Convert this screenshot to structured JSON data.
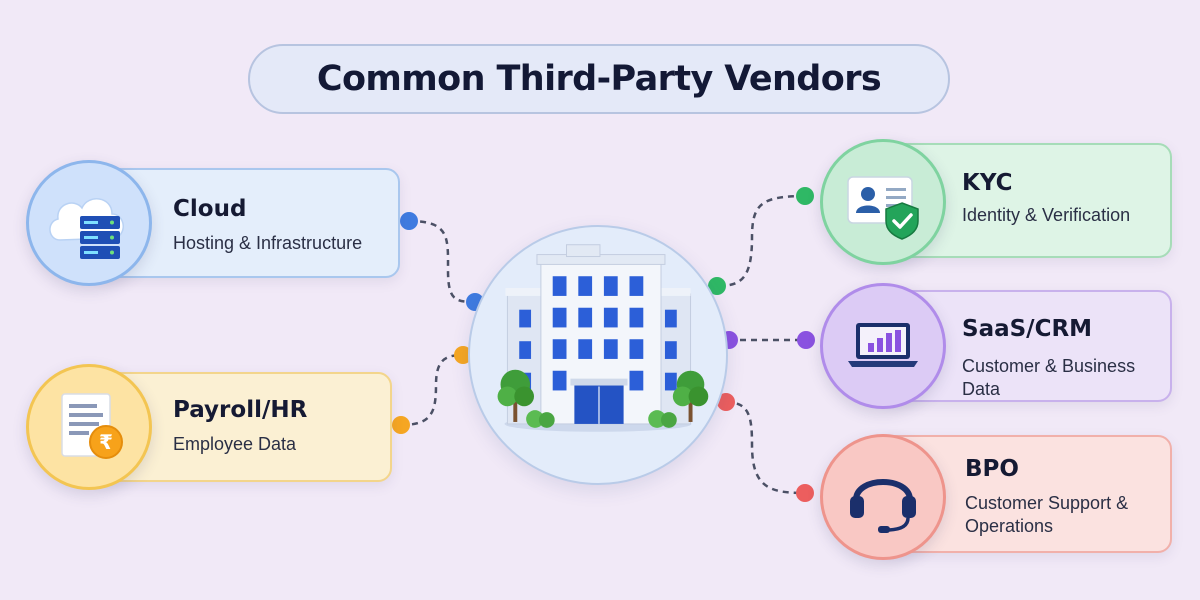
{
  "title": "Common Third-Party Vendors",
  "hub": {
    "icon": "office-building-icon"
  },
  "vendors": {
    "cloud": {
      "label": "Cloud",
      "description": "Hosting & Infrastructure",
      "icon": "cloud-server-icon",
      "color": "#3f7be0"
    },
    "payroll": {
      "label": "Payroll/HR",
      "description": "Employee Data",
      "icon": "payslip-rupee-icon",
      "color": "#f5a623"
    },
    "kyc": {
      "label": "KYC",
      "description": "Identity & Verification",
      "icon": "id-card-shield-icon",
      "color": "#2fb865"
    },
    "saas": {
      "label": "SaaS/CRM",
      "description": "Customer & Business Data",
      "icon": "laptop-chart-icon",
      "color": "#8a52e0"
    },
    "bpo": {
      "label": "BPO",
      "description": "Customer Support & Operations",
      "icon": "headset-icon",
      "color": "#ec5e5e"
    }
  }
}
